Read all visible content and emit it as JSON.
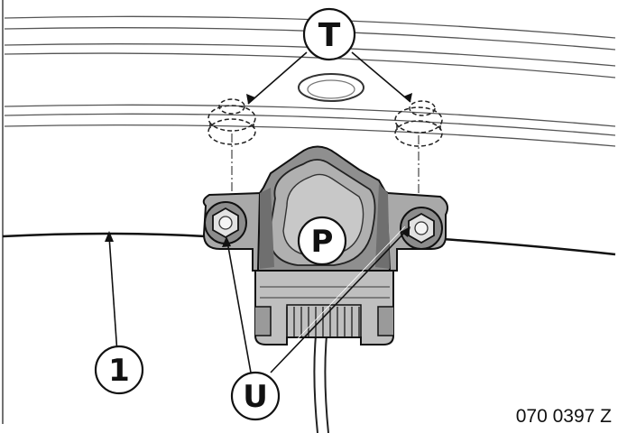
{
  "diagram": {
    "callouts": {
      "t": "T",
      "p": "P",
      "u": "U",
      "one": "1"
    },
    "reference_number": "070 0397 Z"
  }
}
